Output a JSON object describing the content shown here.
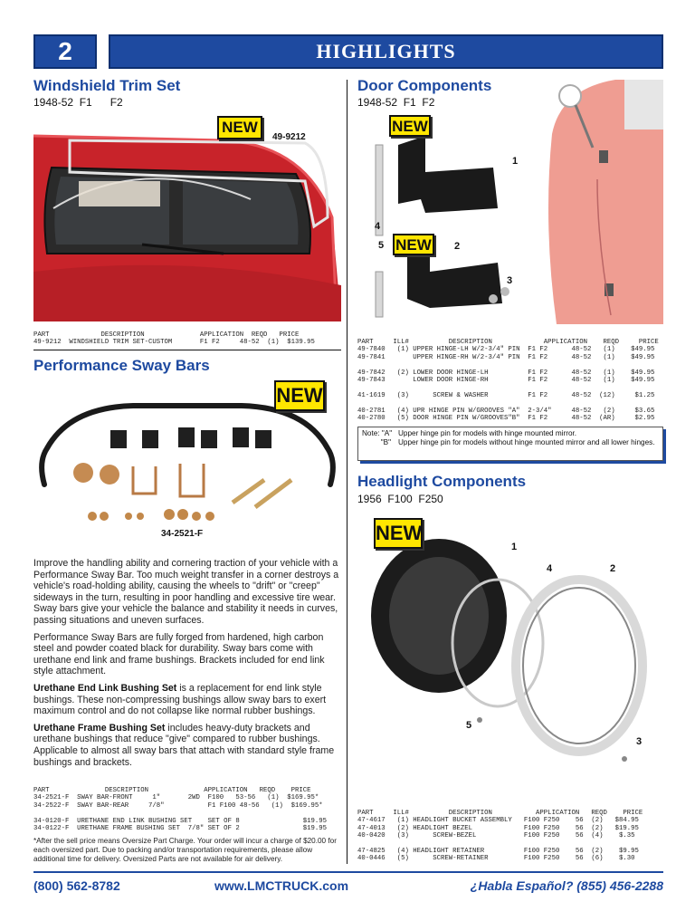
{
  "header": {
    "page_number": "2",
    "title": "HIGHLIGHTS"
  },
  "windshield": {
    "title": "Windshield Trim Set",
    "subtitle": "1948-52  F1      F2",
    "badge": "NEW",
    "part_label": "49-9212",
    "table": "PART             DESCRIPTION              APPLICATION  REQD   PRICE\n49-9212  WINDSHIELD TRIM SET-CUSTOM       F1 F2     48-52  (1)  $139.95"
  },
  "sway": {
    "title": "Performance Sway Bars",
    "badge": "NEW",
    "part_label": "34-2521-F",
    "p1": "Improve the handling ability and cornering traction of your vehicle with a Performance Sway Bar. Too much weight transfer in a corner destroys a vehicle's road-holding ability, causing the wheels to \"drift\" or \"creep\" sideways in the turn, resulting in poor handling and excessive tire wear. Sway bars give your vehicle the balance and stability it needs in curves, passing situations and uneven surfaces.",
    "p2": "Performance Sway Bars are fully forged from hardened, high carbon steel and powder coated black for durability. Sway bars come with urethane end link and frame bushings. Brackets included for end link style attachment.",
    "p3_bold": "Urethane End Link Bushing Set",
    "p3": " is a replacement for end link style bushings. These non-compressing bushings allow sway bars to exert maximum control and do not collapse like normal rubber bushings.",
    "p4_bold": "Urethane Frame Bushing Set",
    "p4": " includes heavy-duty brackets and urethane bushings that reduce \"give\" compared to rubber bushings. Applicable to almost all sway bars that attach with standard style frame bushings and brackets.",
    "table": "PART              DESCRIPTION              APPLICATION   REQD    PRICE\n34-2521-F  SWAY BAR-FRONT     1\"       2WD  F100   53-56   (1)  $169.95*\n34-2522-F  SWAY BAR-REAR     7/8\"           F1 F100 48-56   (1)  $169.95*\n\n34-0120-F  URETHANE END LINK BUSHING SET    SET OF 8                $19.95\n34-0122-F  URETHANE FRAME BUSHING SET  7/8\" SET OF 2                $19.95",
    "note": "*After the sell price means Oversize Part Charge. Your order will incur a charge of $20.00 for each oversized part. Due to packing and/or transportation requirements, please allow additional time for delivery. Oversized Parts are not available for air delivery."
  },
  "door": {
    "title": "Door Components",
    "subtitle": "1948-52  F1  F2",
    "badge1": "NEW",
    "badge2": "NEW",
    "callouts": [
      "1",
      "2",
      "3",
      "4",
      "5"
    ],
    "table": "PART     ILL#          DESCRIPTION             APPLICATION    REQD     PRICE\n49-7840   (1) UPPER HINGE-LH W/2-3/4\" PIN  F1 F2      48-52   (1)    $49.95\n49-7841       UPPER HINGE-RH W/2-3/4\" PIN  F1 F2      48-52   (1)    $49.95\n\n49-7842   (2) LOWER DOOR HINGE-LH          F1 F2      48-52   (1)    $49.95\n49-7843       LOWER DOOR HINGE-RH          F1 F2      48-52   (1)    $49.95\n\n41-1619   (3)      SCREW & WASHER          F1 F2      48-52  (12)     $1.25\n\n40-2781   (4) UPR HINGE PIN W/GROOVES \"A\"  2-3/4\"     48-52   (2)     $3.65\n40-2780   (5) DOOR HINGE PIN W/GROOVES\"B\"  F1 F2      48-52  (AR)     $2.95",
    "note_a_key": "Note: \"A\"",
    "note_a": "Upper hinge pin for models with hinge mounted mirror.",
    "note_b_key": "\"B\"",
    "note_b": "Upper hinge pin for models without hinge mounted mirror and all lower hinges."
  },
  "headlight": {
    "title": "Headlight Components",
    "subtitle": "1956  F100  F250",
    "badge": "NEW",
    "callouts": [
      "1",
      "2",
      "3",
      "4",
      "5"
    ],
    "table": "PART     ILL#          DESCRIPTION           APPLICATION   REQD    PRICE\n47-4617   (1) HEADLIGHT BUCKET ASSEMBLY   F100 F250    56  (2)   $84.95\n47-4013   (2) HEADLIGHT BEZEL             F100 F250    56  (2)   $19.95\n40-0420   (3)      SCREW-BEZEL            F100 F250    56  (4)    $.35\n\n47-4825   (4) HEADLIGHT RETAINER          F100 F250    56  (2)    $9.95\n40-0446   (5)      SCREW-RETAINER         F100 F250    56  (6)    $.30"
  },
  "footer": {
    "phone": "(800) 562-8782",
    "website": "www.LMCTRUCK.com",
    "spanish": "¿Habla Español? (855) 456-2288"
  }
}
